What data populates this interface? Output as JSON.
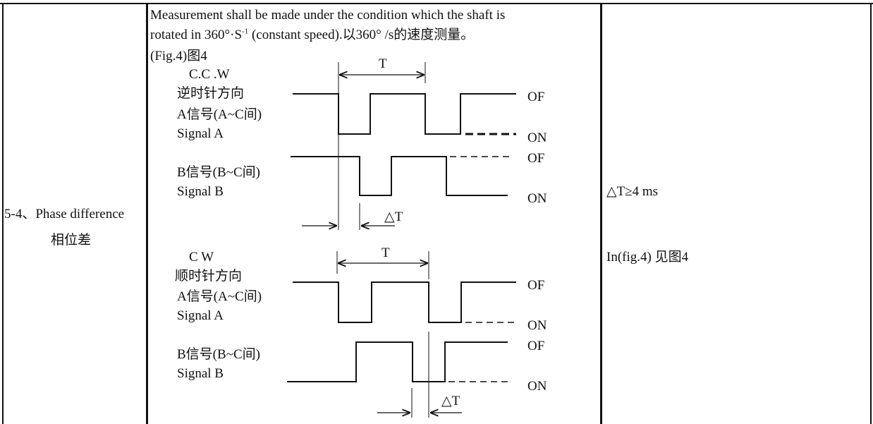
{
  "row_label": {
    "en": "5-4、Phase difference",
    "cn": "相位差"
  },
  "description": {
    "line1": "Measurement shall be made under the condition which the shaft is",
    "line2_prefix": "rotated in 360°·S",
    "line2_sup": "-1",
    "line2_suffix": " (constant speed).以360°  /s的速度测量。",
    "fig_ref": "(Fig.4)图4"
  },
  "ccw": {
    "direction_en": "C.C .W",
    "direction_cn": "逆时针方向",
    "signal_a_cn": "A信号(A~C间)",
    "signal_a_en": "Signal A",
    "signal_b_cn": "B信号(B~C间)",
    "signal_b_en": "Signal B",
    "period_label": "T",
    "delta_label": "△T"
  },
  "cw": {
    "direction_en": "C W",
    "direction_cn": "顺时针方向",
    "signal_a_cn": "A信号(A~C间)",
    "signal_a_en": "Signal A",
    "signal_b_cn": "B信号(B~C间)",
    "signal_b_en": "Signal B",
    "period_label": "T",
    "delta_label": "△T"
  },
  "state_labels": {
    "off": "OF",
    "on": "ON"
  },
  "spec": {
    "value": "△T≥4 ms",
    "reference": "In(fig.4) 见图4"
  }
}
